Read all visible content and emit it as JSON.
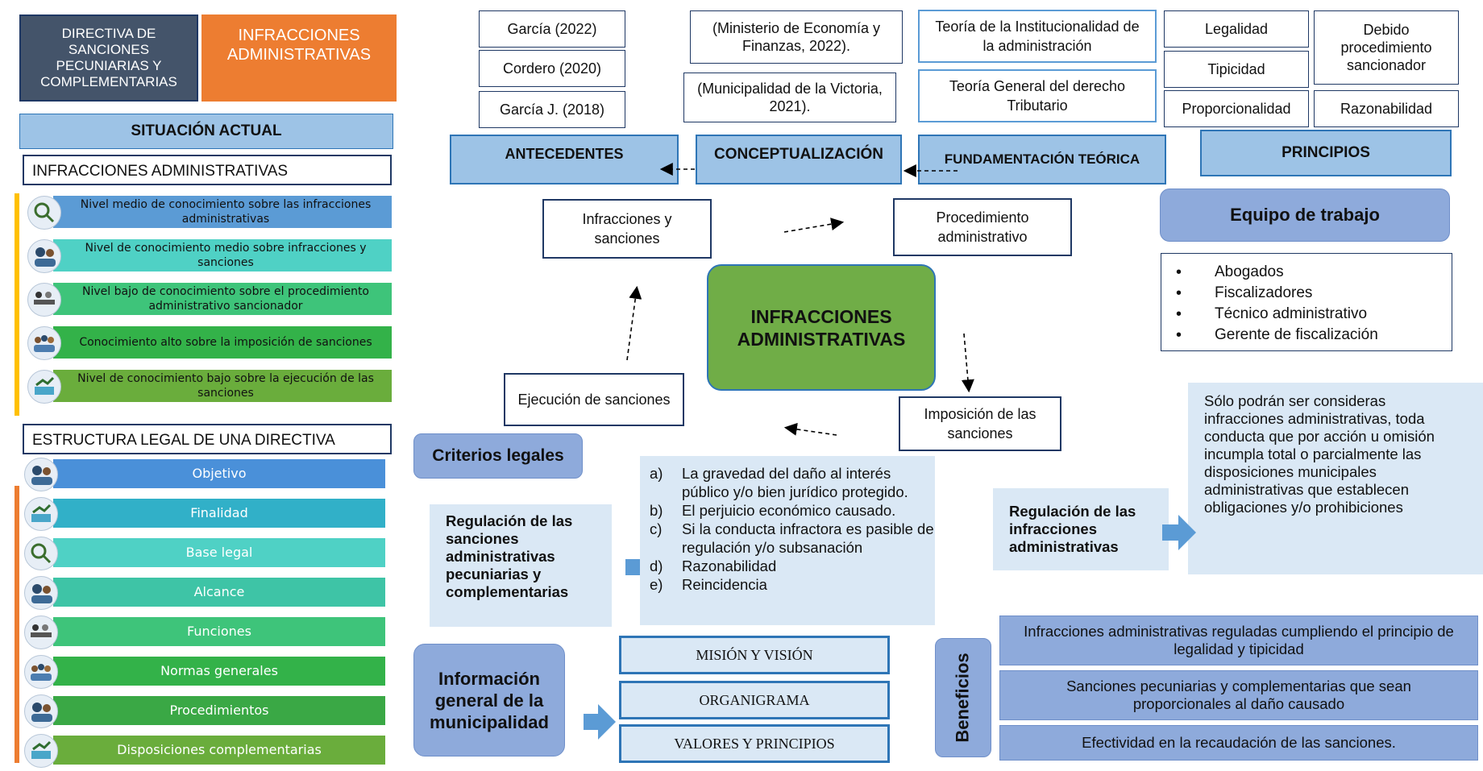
{
  "top_left": {
    "directive_title": "DIRECTIVA DE SANCIONES PECUNIARIAS Y COMPLEMENTARIAS",
    "infractions_title": "INFRACCIONES ADMINISTRATIVAS"
  },
  "situacion": {
    "header": "SITUACIÓN ACTUAL",
    "subheader": "INFRACCIONES ADMINISTRATIVAS",
    "bars": [
      {
        "label": "Nivel medio de conocimiento sobre las infracciones administrativas",
        "color": "#5b9bd5",
        "icon": "magnifier-icon"
      },
      {
        "label": "Nivel de conocimiento medio  sobre infracciones y sanciones",
        "color": "#4fd1c5",
        "icon": "people-icon"
      },
      {
        "label": "Nivel bajo de conocimiento sobre el procedimiento administrativo sancionador",
        "color": "#3ec47a",
        "icon": "meeting-icon"
      },
      {
        "label": "Conocimiento alto sobre la imposición de sanciones",
        "color": "#33b249",
        "icon": "group-icon"
      },
      {
        "label": "Nivel de conocimiento bajo sobre la ejecución de las sanciones",
        "color": "#6aad3c",
        "icon": "chart-icon"
      }
    ]
  },
  "estructura": {
    "header": "ESTRUCTURA LEGAL DE UNA DIRECTIVA",
    "bars": [
      {
        "label": "Objetivo",
        "color": "#4a90d9",
        "icon": "people-icon"
      },
      {
        "label": "Finalidad",
        "color": "#31b0c8",
        "icon": "chart-icon"
      },
      {
        "label": "Base legal",
        "color": "#4fd1c5",
        "icon": "magnifier-icon"
      },
      {
        "label": "Alcance",
        "color": "#3ec4a6",
        "icon": "people-icon"
      },
      {
        "label": "Funciones",
        "color": "#3ec47a",
        "icon": "meeting-icon"
      },
      {
        "label": "Normas generales",
        "color": "#33b249",
        "icon": "group-icon"
      },
      {
        "label": "Procedimientos",
        "color": "#3aa845",
        "icon": "people-icon"
      },
      {
        "label": "Disposiciones  complementarias",
        "color": "#6aad3c",
        "icon": "chart-icon"
      }
    ]
  },
  "antecedentes": {
    "refs": [
      "García (2022)",
      "Cordero (2020)",
      "García J. (2018)"
    ],
    "header": "ANTECEDENTES"
  },
  "conceptualizacion": {
    "refs": [
      "(Ministerio de Economía y Finanzas, 2022).",
      "(Municipalidad de la Victoria, 2021)."
    ],
    "header": "CONCEPTUALIZACIÓN"
  },
  "fundamentacion": {
    "theories": [
      "Teoría de la Institucionalidad de la administración",
      "Teoría General del derecho Tributario"
    ],
    "header": "FUNDAMENTACIÓN TEÓRICA"
  },
  "principios": {
    "items": [
      "Legalidad",
      "Debido procedimiento sancionador",
      "Tipicidad",
      "Proporcionalidad",
      "Razonabilidad"
    ],
    "header": "PRINCIPIOS"
  },
  "cycle": {
    "center": "INFRACCIONES ADMINISTRATIVAS",
    "nodes": [
      "Infracciones y sanciones",
      "Procedimiento administrativo",
      "Imposición de las sanciones",
      "Ejecución de sanciones"
    ]
  },
  "equipo": {
    "header": "Equipo de trabajo",
    "members": [
      "Abogados",
      "Fiscalizadores",
      "Técnico administrativo",
      "Gerente de fiscalización"
    ]
  },
  "definicion": "Sólo podrán ser consideras infracciones administrativas, toda conducta que por acción u omisión incumpla total o parcialmente las disposiciones municipales administrativas que establecen obligaciones y/o prohibiciones",
  "regulacion_infracciones": "Regulación de las infracciones administrativas",
  "criterios": {
    "header": "Criterios legales",
    "regulacion_label": "Regulación de las sanciones administrativas pecuniarias y complementarias",
    "items": [
      {
        "k": "a)",
        "t": "La gravedad del daño al interés público y/o bien jurídico protegido."
      },
      {
        "k": "b)",
        "t": "El perjuicio económico causado."
      },
      {
        "k": "c)",
        "t": "Si la conducta infractora es pasible de regulación y/o subsanación"
      },
      {
        "k": "d)",
        "t": "Razonabilidad"
      },
      {
        "k": "e)",
        "t": "Reincidencia"
      }
    ]
  },
  "municipalidad": {
    "header": "Información general de la municipalidad",
    "items": [
      "MISIÓN Y VISIÓN",
      "ORGANIGRAMA",
      "VALORES Y PRINCIPIOS"
    ]
  },
  "beneficios": {
    "label": "Beneficios",
    "items": [
      "Infracciones administrativas reguladas cumpliendo el principio de legalidad y tipicidad",
      "Sanciones pecuniarias y complementarias que sean proporcionales al daño causado",
      "Efectividad en la recaudación de las sanciones."
    ]
  }
}
